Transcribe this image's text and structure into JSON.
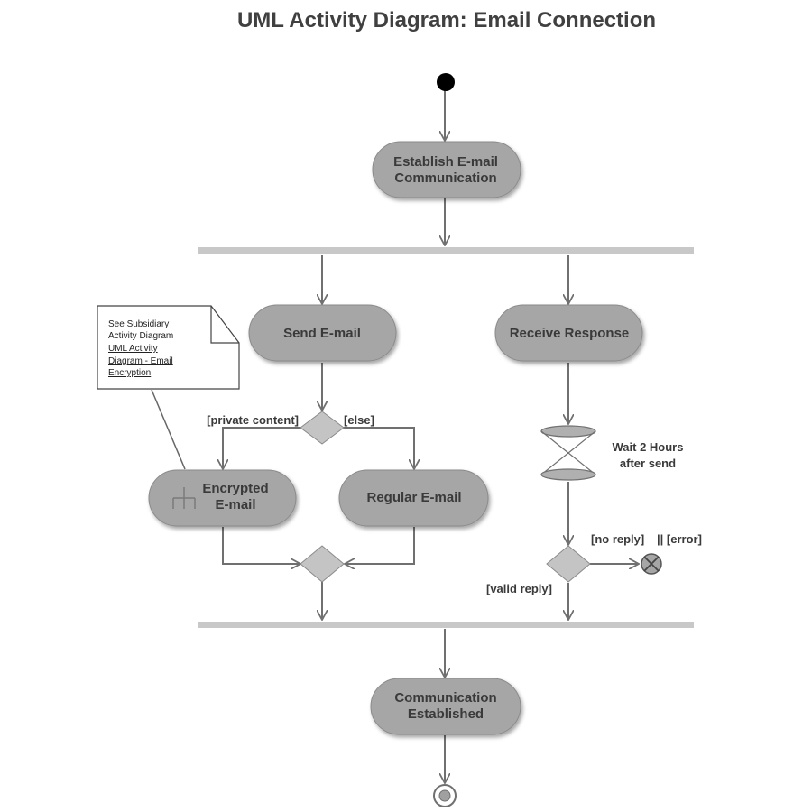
{
  "title": "UML Activity Diagram: Email Connection",
  "colors": {
    "action_fill": "#a6a6a6",
    "action_stroke": "#8a8a8a",
    "bar": "#c8c8c8",
    "line": "#707070",
    "diamond_fill": "#c4c4c4",
    "initial_node": "#000000"
  },
  "actions": {
    "establish": [
      "Establish E-mail",
      "Communication"
    ],
    "send": "Send E-mail",
    "receive": "Receive Response",
    "encrypted": [
      "Encrypted",
      "E-mail"
    ],
    "regular": "Regular E-mail",
    "established": [
      "Communication",
      "Established"
    ]
  },
  "guards": {
    "private": "[private content]",
    "else": "[else]",
    "no_reply": "[no reply]",
    "error": "|| [error]",
    "valid": "[valid reply]"
  },
  "time_event": [
    "Wait 2 Hours",
    "after send"
  ],
  "note": {
    "lines": [
      "See Subsidiary",
      "Activity Diagram"
    ],
    "link_lines": [
      "UML Activity",
      "Diagram - Email",
      "Encryption"
    ]
  },
  "icons": {
    "initial": "initial-node-icon",
    "final": "activity-final-icon",
    "flow_final": "flow-final-icon",
    "hourglass": "hourglass-icon",
    "rake": "rake-icon"
  }
}
